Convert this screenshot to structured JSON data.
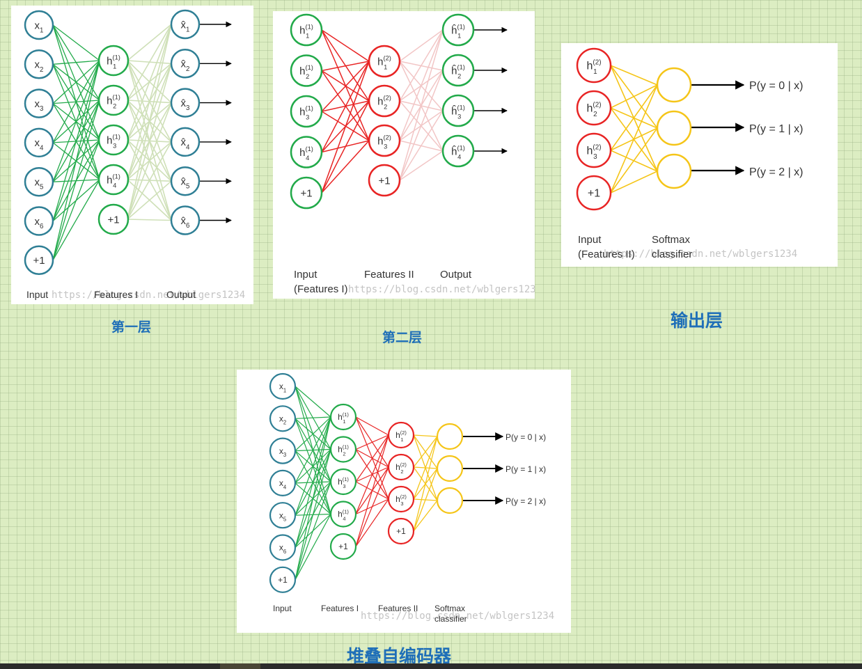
{
  "captions": {
    "layer1": "第一层",
    "layer2": "第二层",
    "output_layer": "输出层",
    "stacked": "堆叠自编码器"
  },
  "watermark": "https://blog.csdn.net/wblgers1234",
  "colors": {
    "input_node": "#2f7f95",
    "feature1": "#22aa4a",
    "feature2": "#e82424",
    "softmax": "#f5c518",
    "decoder1": "#cfe0b8",
    "decoder2": "#f2c6c6",
    "caption": "#1f6fb8",
    "background": "#dcedc2"
  },
  "panel1": {
    "nodes": {
      "inputs": [
        "x1",
        "x2",
        "x3",
        "x4",
        "x5",
        "x6",
        "+1"
      ],
      "hidden": [
        "h1(1)",
        "h2(1)",
        "h3(1)",
        "h4(1)",
        "+1"
      ],
      "outputs": [
        "x̂1",
        "x̂2",
        "x̂3",
        "x̂4",
        "x̂5",
        "x̂6"
      ]
    },
    "labels": {
      "input": "Input",
      "features": "Features I",
      "output": "Output"
    }
  },
  "panel2": {
    "nodes": {
      "inputs": [
        "h1(1)",
        "h2(1)",
        "h3(1)",
        "h4(1)",
        "+1"
      ],
      "hidden": [
        "h1(2)",
        "h2(2)",
        "h3(2)",
        "+1"
      ],
      "outputs": [
        "ĥ1(1)",
        "ĥ2(1)",
        "ĥ3(1)",
        "ĥ4(1)"
      ]
    },
    "labels": {
      "input_line1": "Input",
      "input_line2": "(Features I)",
      "features": "Features II",
      "output": "Output"
    }
  },
  "panel3": {
    "nodes": {
      "inputs": [
        "h1(2)",
        "h2(2)",
        "h3(2)",
        "+1"
      ],
      "softmax_units": 3
    },
    "outputs": [
      "P(y = 0 | x)",
      "P(y = 1 | x)",
      "P(y = 2 | x)"
    ],
    "labels": {
      "input_line1": "Input",
      "input_line2": "(Features II)",
      "classifier_line1": "Softmax",
      "classifier_line2": "classifier"
    }
  },
  "panel4": {
    "nodes": {
      "inputs": [
        "x1",
        "x2",
        "x3",
        "x4",
        "x5",
        "x6",
        "+1"
      ],
      "features1": [
        "h1(1)",
        "h2(1)",
        "h3(1)",
        "h4(1)",
        "+1"
      ],
      "features2": [
        "h1(2)",
        "h2(2)",
        "h3(2)",
        "+1"
      ],
      "softmax_units": 3
    },
    "outputs": [
      "P(y = 0 | x)",
      "P(y = 1 | x)",
      "P(y = 2 | x)"
    ],
    "labels": {
      "input": "Input",
      "features1": "Features I",
      "features2": "Features II",
      "softmax_line1": "Softmax",
      "softmax_line2": "classifier"
    }
  }
}
